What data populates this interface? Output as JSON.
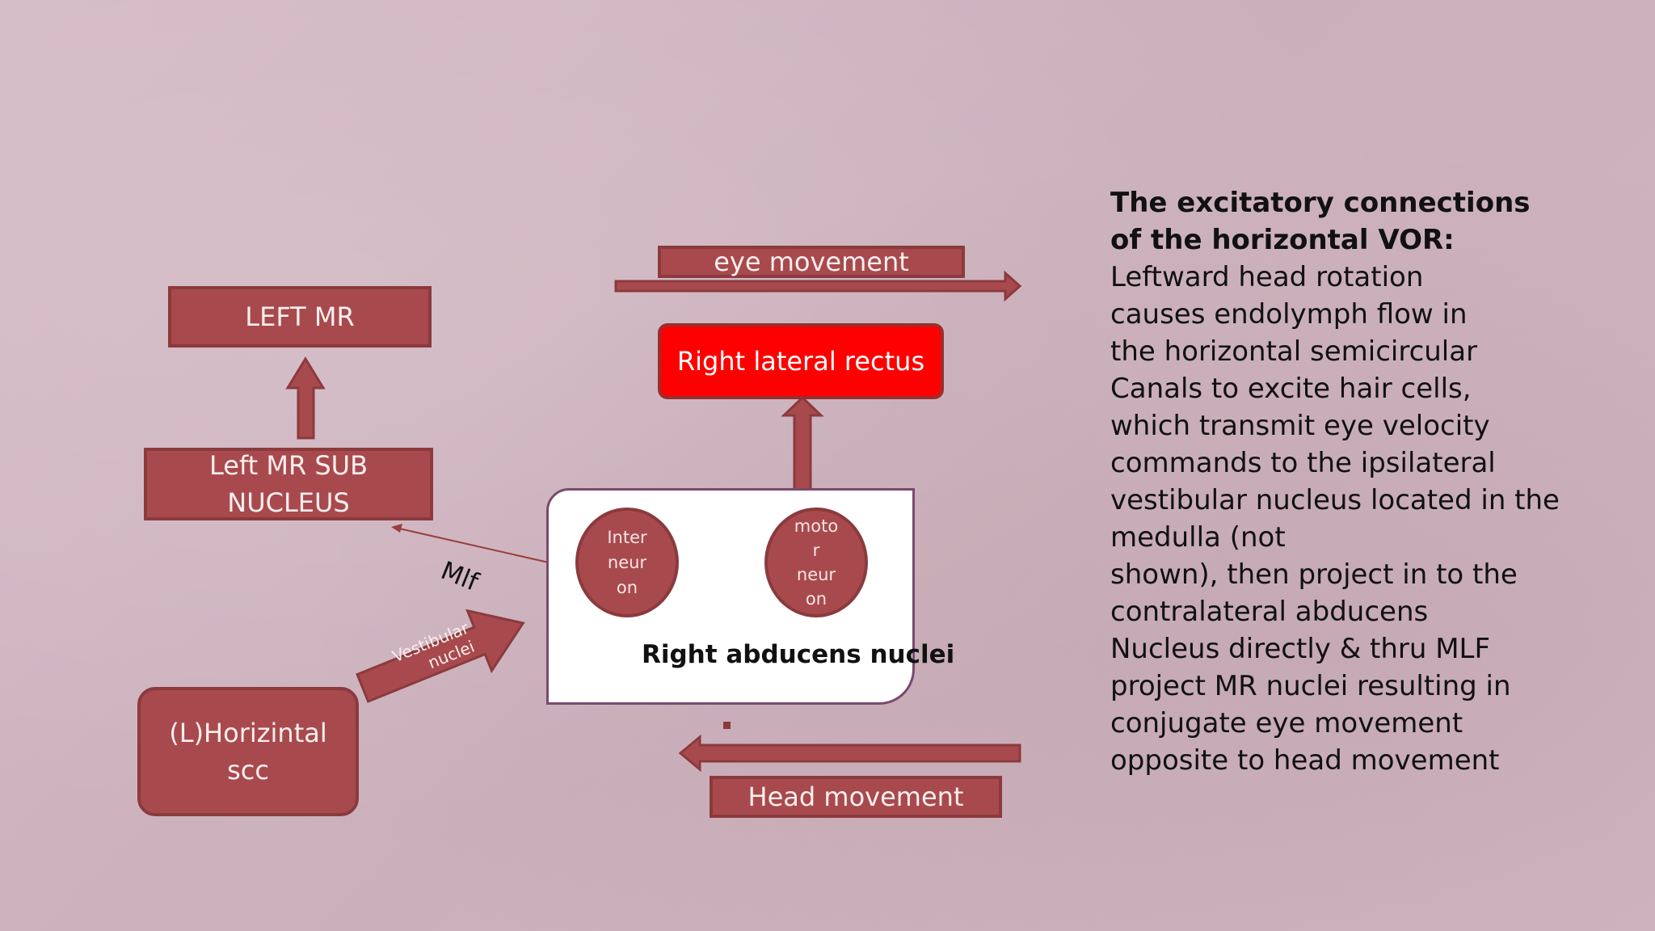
{
  "boxes": {
    "left_mr": "LEFT MR",
    "left_mr_sub_line1": "Left MR SUB",
    "left_mr_sub_line2": "NUCLEUS",
    "horizontal_scc_line1": "(L)Horizintal",
    "horizontal_scc_line2": "scc",
    "eye_movement": "eye movement",
    "right_lateral_rectus": "Right lateral rectus",
    "head_movement": "Head movement"
  },
  "nuclei": {
    "title": "Right abducens nuclei",
    "interneuron": [
      "Inter",
      "neur",
      "on"
    ],
    "motorneuron": [
      "moto",
      "r",
      "neur",
      "on"
    ]
  },
  "labels": {
    "mlf": "Mlf",
    "vestibular_line1": "Vestibular",
    "vestibular_line2": "nuclei"
  },
  "text_panel": {
    "heading_lines": [
      "The excitatory connections",
      "of the horizontal VOR:"
    ],
    "body_lines": [
      "Leftward head rotation",
      "causes endolymph flow in",
      "the horizontal semicircular",
      "Canals to excite hair cells,",
      "which transmit eye velocity",
      "commands to the ipsilateral",
      "vestibular nucleus located in the",
      "medulla  (not",
      "shown), then project in to the",
      "contralateral abducens",
      "Nucleus directly  & thru MLF",
      "project MR nuclei resulting in",
      "conjugate eye movement",
      "opposite to head movement"
    ]
  },
  "colors": {
    "box_fill": "#a84a4d",
    "box_border": "#8b3a3d",
    "highlight_red": "#ff0000",
    "background": "#cfb4bf"
  }
}
